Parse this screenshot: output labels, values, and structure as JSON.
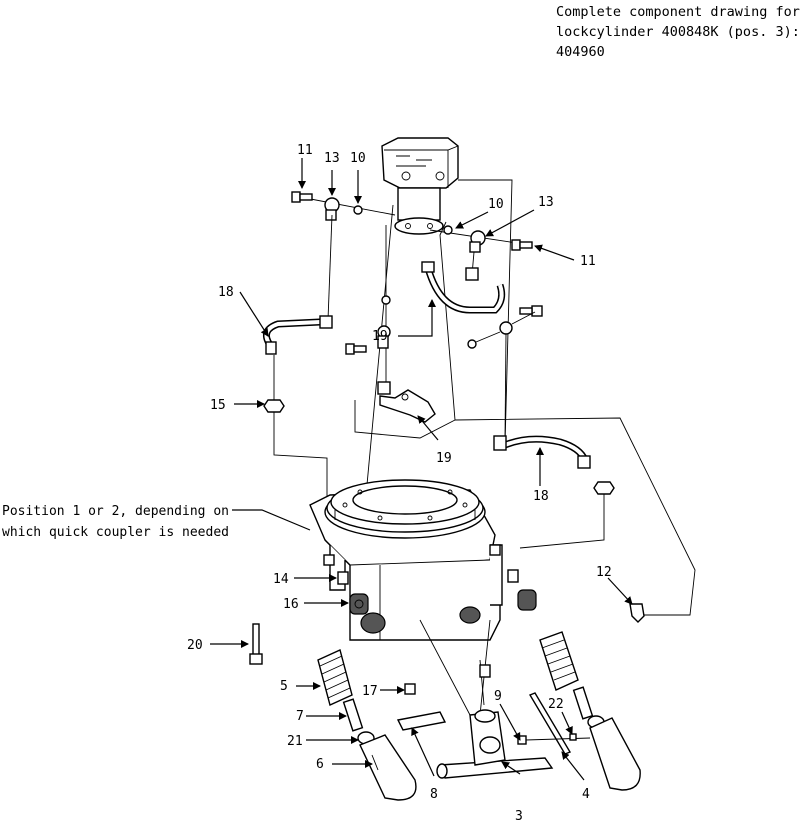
{
  "note": {
    "line1": "Complete component drawing for",
    "line2": "lockcylinder 400848K (pos. 3):",
    "line3": "404960"
  },
  "callout_position": {
    "line1": "Position 1 or 2, depending on",
    "line2": "which quick coupler is needed"
  },
  "labels": {
    "l11a": "11",
    "l13a": "13",
    "l10a": "10",
    "l10b": "10",
    "l13b": "13",
    "l11b": "11",
    "l18a": "18",
    "l19a": "19",
    "l15": "15",
    "l19b": "19",
    "l18b": "18",
    "l14": "14",
    "l16": "16",
    "l12": "12",
    "l20": "20",
    "l5": "5",
    "l17": "17",
    "l9": "9",
    "l7": "7",
    "l22": "22",
    "l21": "21",
    "l6": "6",
    "l8": "8",
    "l4": "4",
    "l3": "3"
  }
}
